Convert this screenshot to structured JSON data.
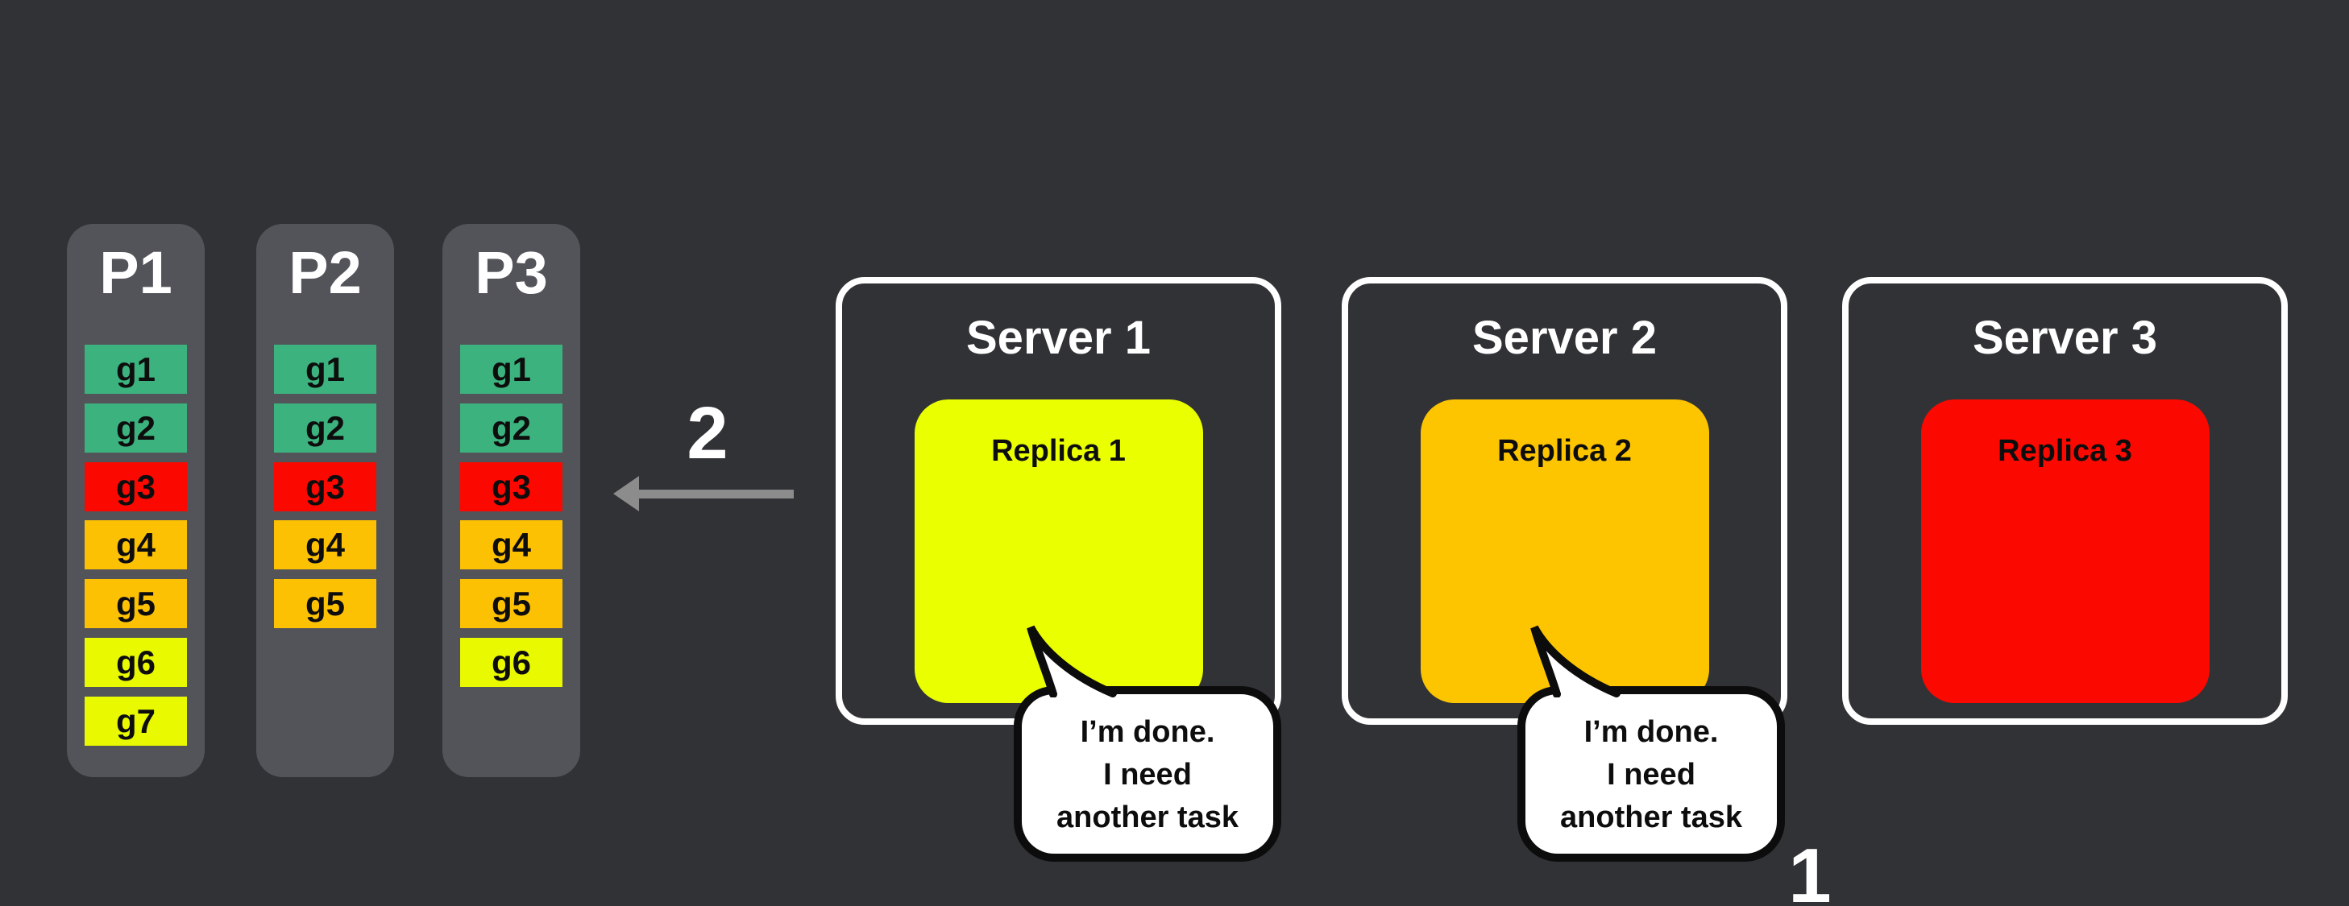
{
  "canvas": {
    "background": "#313236"
  },
  "colors": {
    "panel": "#53545a",
    "task_green": "#3cb37e",
    "task_red": "#fb0900",
    "task_amber": "#fdc104",
    "task_yellow": "#e9f900",
    "replica1": "#eaff00",
    "replica2": "#fdc500",
    "replica3": "#fb0900",
    "arrow_gray": "#8c8c8c",
    "server_border": "#ffffff",
    "bubble_bg": "#ffffff",
    "bubble_border": "#0c0c0c"
  },
  "partitions": [
    {
      "title": "P1",
      "tasks": [
        {
          "label": "g1"
        },
        {
          "label": "g2"
        },
        {
          "label": "g3"
        },
        {
          "label": "g4"
        },
        {
          "label": "g5"
        },
        {
          "label": "g6"
        },
        {
          "label": "g7"
        }
      ]
    },
    {
      "title": "P2",
      "tasks": [
        {
          "label": "g1"
        },
        {
          "label": "g2"
        },
        {
          "label": "g3"
        },
        {
          "label": "g4"
        },
        {
          "label": "g5"
        }
      ]
    },
    {
      "title": "P3",
      "tasks": [
        {
          "label": "g1"
        },
        {
          "label": "g2"
        },
        {
          "label": "g3"
        },
        {
          "label": "g4"
        },
        {
          "label": "g5"
        },
        {
          "label": "g6"
        }
      ]
    }
  ],
  "servers": [
    {
      "title": "Server 1",
      "replica_label": "Replica 1"
    },
    {
      "title": "Server 2",
      "replica_label": "Replica 2"
    },
    {
      "title": "Server 3",
      "replica_label": "Replica 3"
    }
  ],
  "bubbles": [
    {
      "line1": "I’m done.",
      "line2": "I need",
      "line3": "another task"
    },
    {
      "line1": "I’m done.",
      "line2": "I need",
      "line3": "another task"
    }
  ],
  "annotations": {
    "step_2": "2",
    "step_1": "1"
  }
}
